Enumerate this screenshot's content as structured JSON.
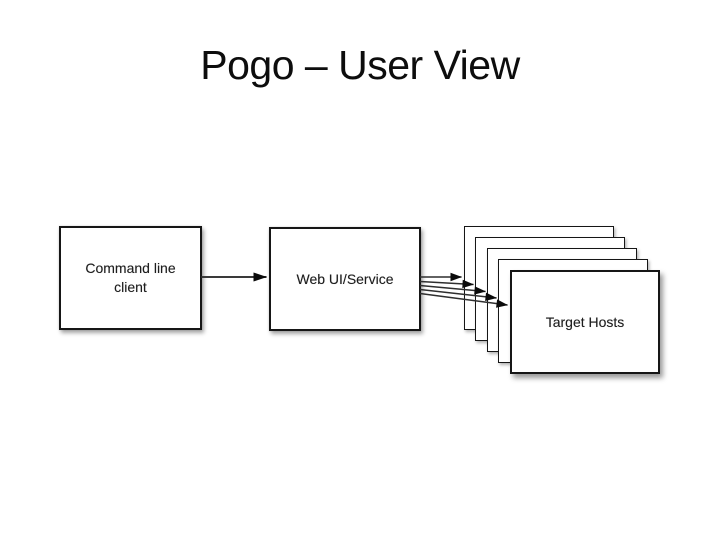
{
  "slide": {
    "title": "Pogo – User View"
  },
  "diagram": {
    "nodes": {
      "client": {
        "label": "Command line\nclient"
      },
      "web": {
        "label": "Web UI/Service"
      },
      "hosts": {
        "label": "Target Hosts",
        "stack_count": 5
      }
    },
    "edges": [
      {
        "from": "client",
        "to": "web",
        "arrows": 1
      },
      {
        "from": "web",
        "to": "hosts",
        "arrows": 5
      }
    ]
  },
  "colors": {
    "background": "#ffffff",
    "box_fill": "#ffffff",
    "box_border": "#161616",
    "connector_line": "#3a3a3a",
    "arrowhead": "#0b0b0b",
    "title_ink": "#0d0d0d",
    "label_ink": "#1e1e1e"
  }
}
